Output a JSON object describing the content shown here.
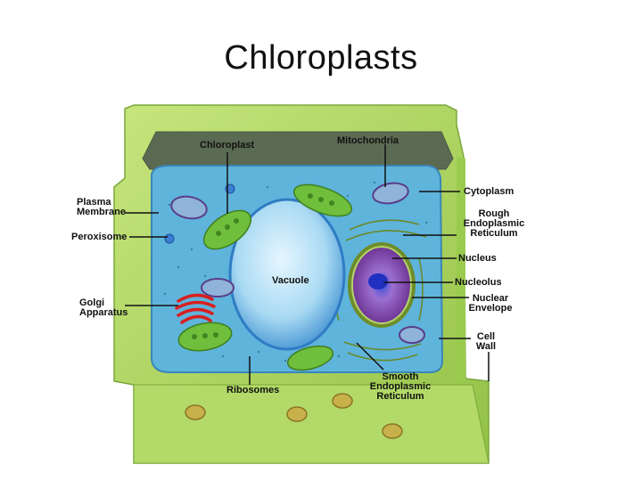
{
  "title": "Chloroplasts",
  "labels": {
    "chloroplast": "Chloroplast",
    "mitochondria": "Mitochondria",
    "plasma_membrane": "Plasma\nMembrane",
    "peroxisome": "Peroxisome",
    "cytoplasm": "Cytoplasm",
    "rough_er": "Rough\nEndoplasmic\nReticulum",
    "nucleus": "Nucleus",
    "nucleolus": "Nucleolus",
    "nuclear_envelope": "Nuclear\nEnvelope",
    "vacuole": "Vacuole",
    "golgi": "Golgi\nApparatus",
    "cell_wall": "Cell\nWall",
    "ribosomes": "Ribosomes",
    "smooth_er": "Smooth\nEndoplasmic\nReticulum"
  },
  "colors": {
    "cell_wall": "#a8d25a",
    "cytoplasm": "#5fb4dc",
    "vacuole": "#bfe6f8",
    "chloroplast": "#6fbe3c",
    "nucleus": "#7a3fa0",
    "golgi": "#d82020"
  }
}
